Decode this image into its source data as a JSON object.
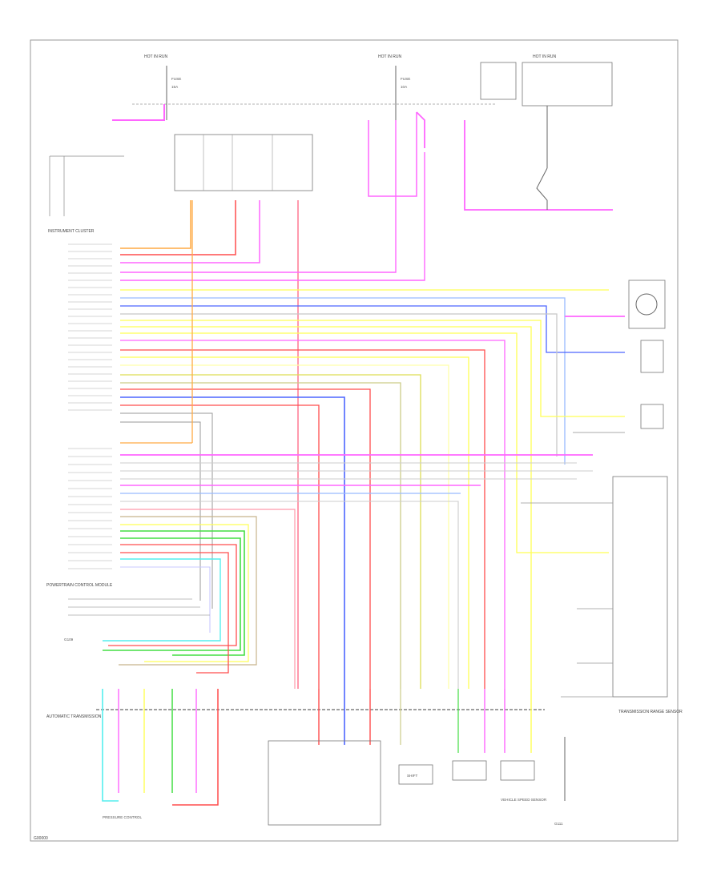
{
  "diagram": {
    "footer_code": "G00000",
    "component_labels": {
      "hot_at_all_times_left": "HOT IN RUN",
      "hot_at_all_times_mid": "HOT IN RUN",
      "ignition": "HOT IN RUN",
      "instrument_cluster": "INSTRUMENT CLUSTER",
      "powertrain_control_module": "POWERTRAIN CONTROL MODULE",
      "automatic_transmission": "AUTOMATIC TRANSMISSION",
      "shift_solenoid": "SHIFT",
      "transmission_range_sensor": "TRANSMISSION RANGE SENSOR",
      "vehicle_speed_sensor": "VEHICLE SPEED SENSOR",
      "pressure_control": "PRESSURE CONTROL",
      "g109": "G109",
      "g111": "G111"
    },
    "colors": {
      "pink": "#ff66ff",
      "red": "#ff4d4d",
      "yellow": "#ffff55",
      "blue": "#4d66ff",
      "orange": "#ffaa44",
      "green": "#44dd44",
      "cyan": "#55eeee",
      "tan": "#c8b48c",
      "light_blue": "#99bbff",
      "grey": "#888888"
    }
  }
}
